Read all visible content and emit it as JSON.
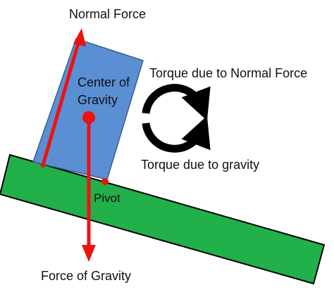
{
  "labels": {
    "normal_force": "Normal Force",
    "center_of_gravity_line1": "Center of",
    "center_of_gravity_line2": "Gravity",
    "torque_normal": "Torque due to Normal Force",
    "torque_gravity": "Torque due to gravity",
    "pivot": "Pivot",
    "force_of_gravity": "Force of Gravity"
  },
  "colors": {
    "ramp_fill": "#22b04a",
    "block_fill": "#5b8fd3",
    "force_arrow": "#ee1111",
    "torque_arrow": "#000000"
  }
}
